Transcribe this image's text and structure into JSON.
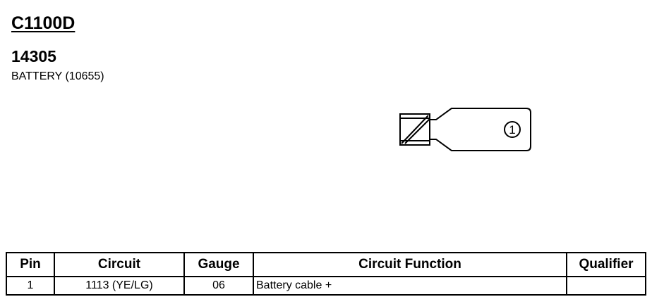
{
  "connector": {
    "id": "C1100D",
    "part_number": "14305",
    "name": "BATTERY (10655)"
  },
  "diagram": {
    "pin_label": "1"
  },
  "table": {
    "headers": {
      "pin": "Pin",
      "circuit": "Circuit",
      "gauge": "Gauge",
      "function": "Circuit Function",
      "qualifier": "Qualifier"
    },
    "rows": [
      {
        "pin": "1",
        "circuit": "1113 (YE/LG)",
        "gauge": "06",
        "function": "Battery cable +",
        "qualifier": ""
      }
    ]
  }
}
